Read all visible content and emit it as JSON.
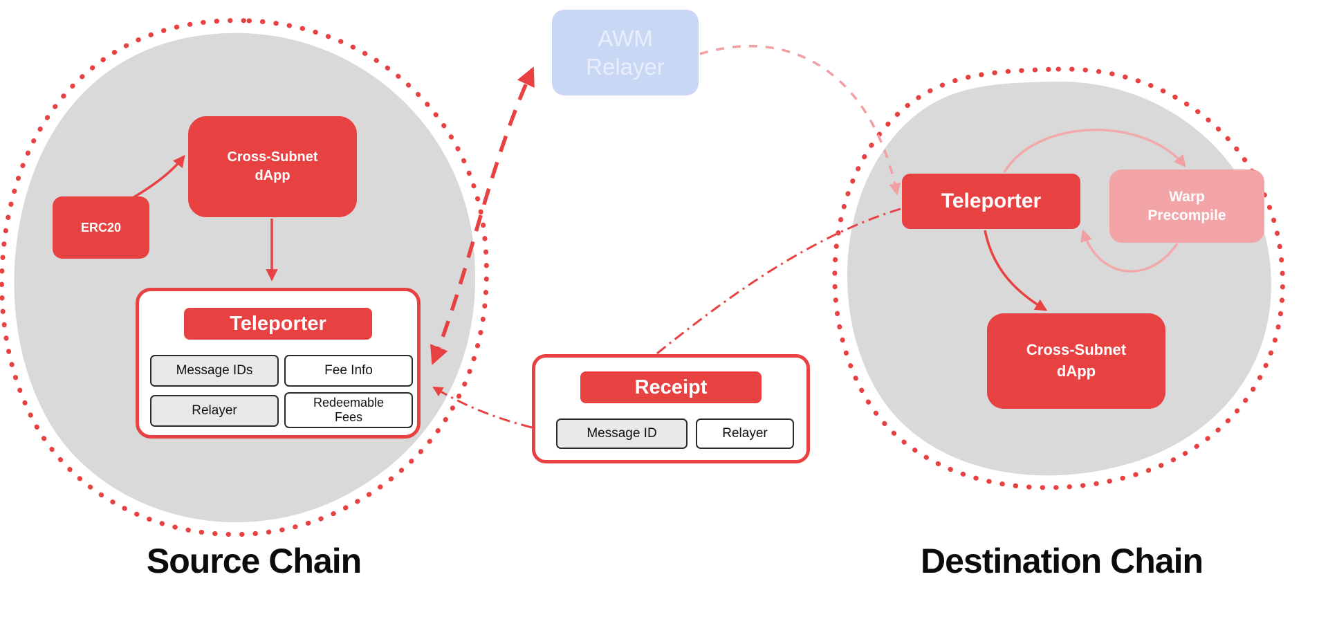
{
  "source_chain": {
    "label": "Source Chain",
    "erc20_label": "ERC20",
    "dapp_label": "Cross-Subnet dApp",
    "teleporter": {
      "title": "Teleporter",
      "cells": [
        "Message IDs",
        "Fee Info",
        "Relayer",
        "Redeemable Fees"
      ]
    }
  },
  "awm_relayer": {
    "label": "AWM Relayer"
  },
  "receipt": {
    "title": "Receipt",
    "cells": [
      "Message ID",
      "Relayer"
    ]
  },
  "destination_chain": {
    "label": "Destination Chain",
    "teleporter_label": "Teleporter",
    "warp_label": "Warp Precompile",
    "dapp_label": "Cross-Subnet dApp"
  },
  "colors": {
    "red": "#E84142",
    "pink": "#F2A4A7",
    "blob_gray": "#D9D9D9",
    "awm_bg": "#C8D7F4",
    "awm_text": "#E8EEFB"
  }
}
